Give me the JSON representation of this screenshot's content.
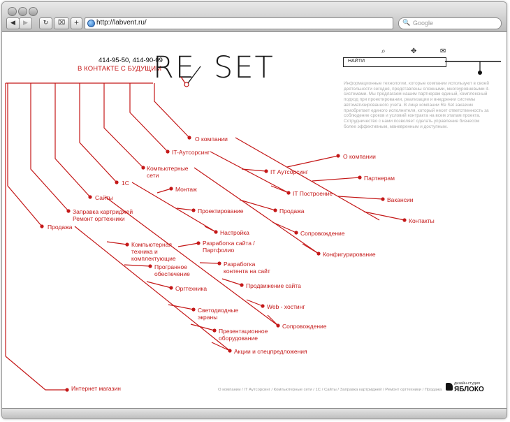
{
  "browser": {
    "back": "◀",
    "forward": "▶",
    "reload": "↻",
    "add": "+",
    "url": "http://labvent.ru/",
    "search_placeholder": "Google",
    "search_icon": "🔍"
  },
  "header": {
    "phone": "414-95-50, 414-90-09",
    "slogan": "В КОНТАКТЕ С БУДУЩИМ",
    "logo_left": "RE",
    "logo_right": "SET"
  },
  "tools": {
    "search_label": "НАЙТИ",
    "search_icon": "magnifier-icon",
    "sitemap_icon": "move-icon",
    "mail_icon": "envelope-icon"
  },
  "description": "Информационные технологии, которые компании используют в своей деятельности сегодня, представлены сложными, многоуровневыми it-системами. Мы предлагаем нашим партнерам единый, комплексный подход при проектировании, реализации и внедрении системы автоматизированного учета. В лице компании Re Set заказчик приобретает единого исполнителя, который несет ответственность за соблюдение сроков и условий контракта на всем этапам проекта. Сотрудничество с нами позволяет сделать управление бизнесом более эффективным, маневренным и доступным.",
  "menu": {
    "about": "О компании",
    "it_outsourcing": "IT-Аутсорсинг",
    "networks": "Компьютерные сети",
    "onec": "1С",
    "sites": "Сайты",
    "cartridges": "Заправка картриджей Ремонт оргтехники",
    "sales": "Продажа",
    "shop": "Интернет магазин"
  },
  "submenu": {
    "about": [
      "О компании",
      "Партнерам",
      "Вакансии",
      "Контакты"
    ],
    "it": [
      "IT Аутсорсинг",
      "IT Построение"
    ],
    "networks": [
      "Продажа",
      "Сопровождение",
      "Конфигурирование"
    ],
    "onec": [
      "Монтаж",
      "Проектирование",
      "Настройка"
    ],
    "sites": [
      "Разработка сайта / Партфолио",
      "Разработка контента на сайт",
      "Продвижение сайта",
      "Web - хостинг",
      "Сопровождение"
    ],
    "sales": [
      "Компьютерная техника и комплектующие",
      "Програнное обеспечение",
      "Оргтехника",
      "Светодиодные экраны",
      "Презентационное оборудование",
      "Акции и спецпредложения"
    ]
  },
  "footer": "О компании / IT Аутсорсинг / Компьютерные сети / 1С / Сайты / Заправка картриджей / Ремонт оргтехники / Продажа",
  "studio": {
    "small": "дизайн-студия",
    "big": "ЯБЛОКО"
  },
  "colors": {
    "accent": "#c41818",
    "text": "#1a1a1a",
    "muted": "#aaaaaa"
  }
}
